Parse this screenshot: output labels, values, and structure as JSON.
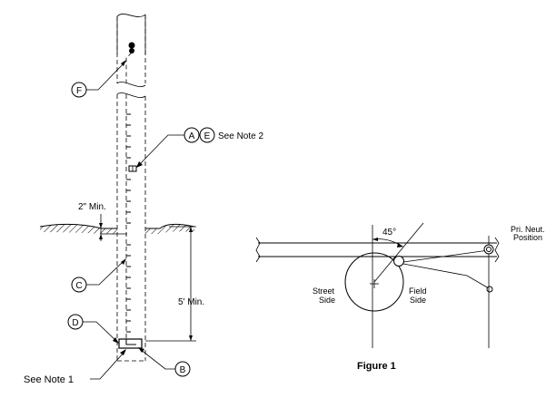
{
  "callouts": {
    "f": "F",
    "a": "A",
    "e": "E",
    "c": "C",
    "d": "D",
    "b": "B"
  },
  "labels": {
    "see_note_2": "See Note 2",
    "see_note_1": "See Note 1",
    "two_in_min": "2\" Min.",
    "five_ft_min": "5' Min."
  },
  "figure1": {
    "angle": "45°",
    "street_side_1": "Street",
    "street_side_2": "Side",
    "field_side_1": "Field",
    "field_side_2": "Side",
    "pri_neut_1": "Pri. Neut.",
    "pri_neut_2": "Position",
    "caption": "Figure 1"
  }
}
